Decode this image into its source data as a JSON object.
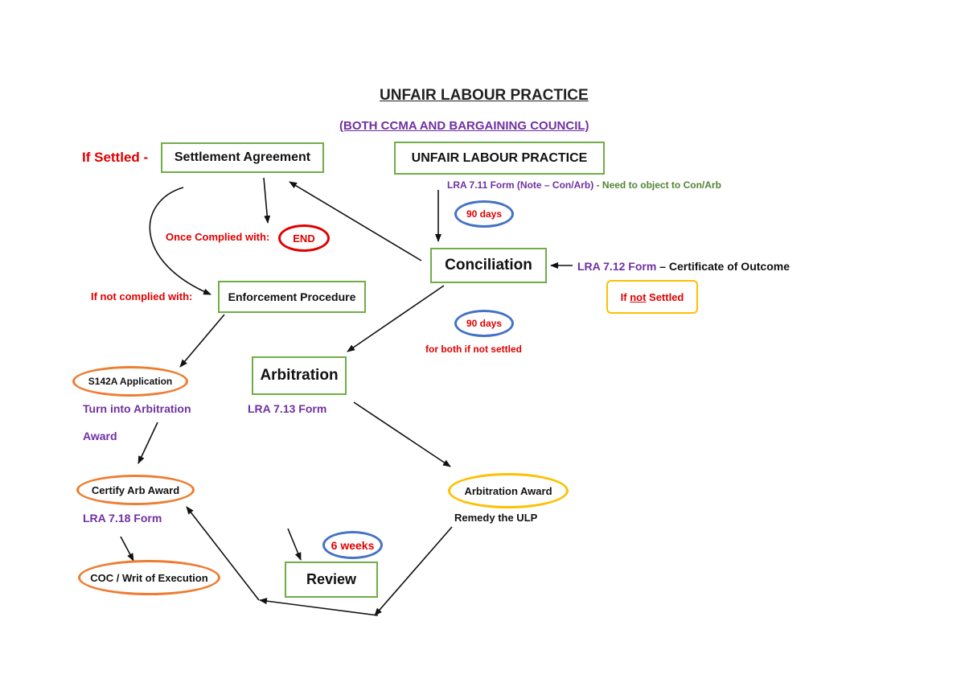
{
  "title": "UNFAIR LABOUR PRACTICE",
  "subtitle": "(BOTH CCMA AND BARGAINING COUNCIL)",
  "nodes": {
    "settlement": "Settlement Agreement",
    "ulp": "UNFAIR LABOUR PRACTICE",
    "conciliation": "Conciliation",
    "enforcement": "Enforcement Procedure",
    "arbitration": "Arbitration",
    "s142a": "S142A Application",
    "certify": "Certify Arb Award",
    "coc": "COC / Writ of Execution",
    "arb_award": "Arbitration Award",
    "review": "Review",
    "end": "END"
  },
  "labels": {
    "if_settled": "If Settled -",
    "once_complied": "Once Complied with:",
    "if_not_complied": "If not complied with:",
    "form_711": "LRA 7.11 Form (Note – Con/Arb)",
    "form_711_note": " - Need to object to Con/Arb",
    "days_90_a": "90 days",
    "days_90_b": "90 days",
    "both_not_settled": "for both if not settled",
    "form_712": "LRA 7.12 Form",
    "form_712_desc": " – Certificate of Outcome",
    "if_prefix": "If ",
    "not_word": "not",
    "settled_suffix": " Settled",
    "form_713": "LRA 7.13 Form",
    "turn_into": "Turn into Arbitration",
    "award": "Award",
    "form_718": "LRA 7.18 Form",
    "remedy": "Remedy the ULP",
    "weeks_6": "6 weeks"
  },
  "colors": {
    "box_border": "#70ad47",
    "orange": "#ed7d31",
    "blue": "#4472c4",
    "red": "#e00000",
    "purple": "#7030a0",
    "yellow": "#ffc000",
    "green_text": "#548235"
  }
}
